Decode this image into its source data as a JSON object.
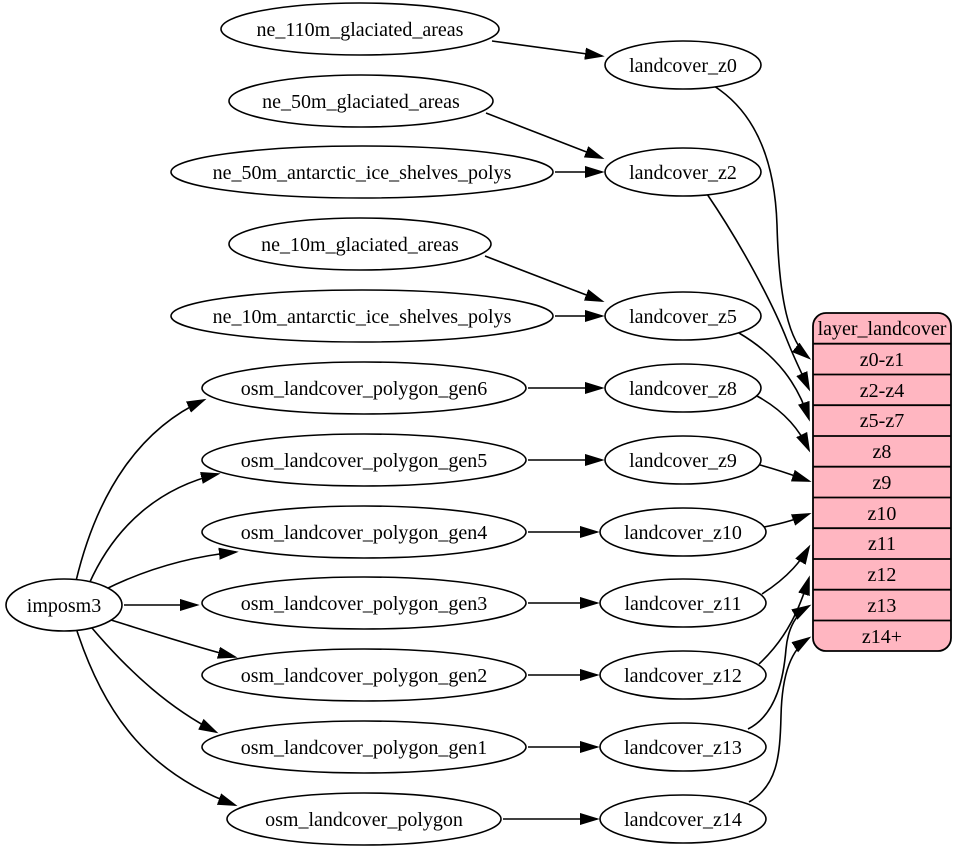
{
  "graph": {
    "importer": "imposm3",
    "sources": [
      "ne_110m_glaciated_areas",
      "ne_50m_glaciated_areas",
      "ne_50m_antarctic_ice_shelves_polys",
      "ne_10m_glaciated_areas",
      "ne_10m_antarctic_ice_shelves_polys",
      "osm_landcover_polygon_gen6",
      "osm_landcover_polygon_gen5",
      "osm_landcover_polygon_gen4",
      "osm_landcover_polygon_gen3",
      "osm_landcover_polygon_gen2",
      "osm_landcover_polygon_gen1",
      "osm_landcover_polygon"
    ],
    "generalized": [
      "landcover_z0",
      "landcover_z2",
      "landcover_z5",
      "landcover_z8",
      "landcover_z9",
      "landcover_z10",
      "landcover_z11",
      "landcover_z12",
      "landcover_z13",
      "landcover_z14"
    ],
    "layer_table": {
      "title": "layer_landcover",
      "rows": [
        "z0-z1",
        "z2-z4",
        "z5-z7",
        "z8",
        "z9",
        "z10",
        "z11",
        "z12",
        "z13",
        "z14+"
      ]
    },
    "edges": [
      [
        "ne_110m_glaciated_areas",
        "landcover_z0"
      ],
      [
        "ne_50m_glaciated_areas",
        "landcover_z2"
      ],
      [
        "ne_50m_antarctic_ice_shelves_polys",
        "landcover_z2"
      ],
      [
        "ne_10m_glaciated_areas",
        "landcover_z5"
      ],
      [
        "ne_10m_antarctic_ice_shelves_polys",
        "landcover_z5"
      ],
      [
        "osm_landcover_polygon_gen6",
        "landcover_z8"
      ],
      [
        "osm_landcover_polygon_gen5",
        "landcover_z9"
      ],
      [
        "osm_landcover_polygon_gen4",
        "landcover_z10"
      ],
      [
        "osm_landcover_polygon_gen3",
        "landcover_z11"
      ],
      [
        "osm_landcover_polygon_gen2",
        "landcover_z12"
      ],
      [
        "osm_landcover_polygon_gen1",
        "landcover_z13"
      ],
      [
        "osm_landcover_polygon",
        "landcover_z14"
      ],
      [
        "imposm3",
        "osm_landcover_polygon_gen6"
      ],
      [
        "imposm3",
        "osm_landcover_polygon_gen5"
      ],
      [
        "imposm3",
        "osm_landcover_polygon_gen4"
      ],
      [
        "imposm3",
        "osm_landcover_polygon_gen3"
      ],
      [
        "imposm3",
        "osm_landcover_polygon_gen2"
      ],
      [
        "imposm3",
        "osm_landcover_polygon_gen1"
      ],
      [
        "imposm3",
        "osm_landcover_polygon"
      ],
      [
        "landcover_z0",
        "layer_landcover.z0-z1"
      ],
      [
        "landcover_z2",
        "layer_landcover.z2-z4"
      ],
      [
        "landcover_z5",
        "layer_landcover.z5-z7"
      ],
      [
        "landcover_z8",
        "layer_landcover.z8"
      ],
      [
        "landcover_z9",
        "layer_landcover.z9"
      ],
      [
        "landcover_z10",
        "layer_landcover.z10"
      ],
      [
        "landcover_z11",
        "layer_landcover.z11"
      ],
      [
        "landcover_z12",
        "layer_landcover.z12"
      ],
      [
        "landcover_z13",
        "layer_landcover.z13"
      ],
      [
        "landcover_z14",
        "layer_landcover.z14+"
      ]
    ],
    "colors": {
      "layer_table_fill": "#FFB6C1",
      "node_fill": "#FFFFFF",
      "edge_stroke": "#000000",
      "background": "#FFFFFF"
    }
  }
}
